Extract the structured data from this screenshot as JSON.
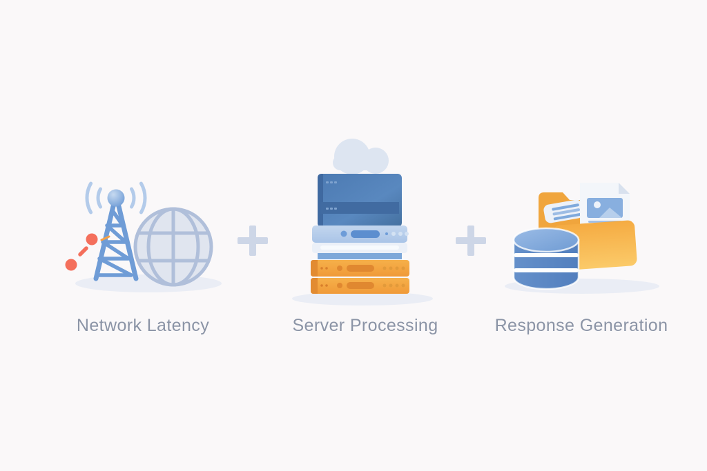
{
  "page": {
    "background_color": "#faf8f9",
    "type": "process-illustration"
  },
  "steps": [
    {
      "label": "Network Latency",
      "icon": "radio-tower-globe-icon"
    },
    {
      "label": "Server Processing",
      "icon": "server-stack-cloud-icon"
    },
    {
      "label": "Response Generation",
      "icon": "folder-database-document-icon"
    }
  ],
  "separators": [
    {
      "glyph": "+"
    },
    {
      "glyph": "+"
    }
  ],
  "palette": {
    "blue_primary": "#6f9cd6",
    "blue_server_dark": "#44709f",
    "blue_light_unit": "#b6cdea",
    "globe_fill": "#e0e5ef",
    "globe_grid": "#b0bfda",
    "signal_arc": "#b3cbea",
    "orange_server": "#f2a440",
    "orange_dark": "#e08830",
    "folder_orange": "#f5ab42",
    "folder_orange_light": "#fbca69",
    "database_blue": "#5b88c5",
    "red_accent": "#f46f5c",
    "cloud": "#dde5f1",
    "plus_sign": "#cdd6e7",
    "label_text": "#8b94a6",
    "shadow": "#eaedf5"
  }
}
